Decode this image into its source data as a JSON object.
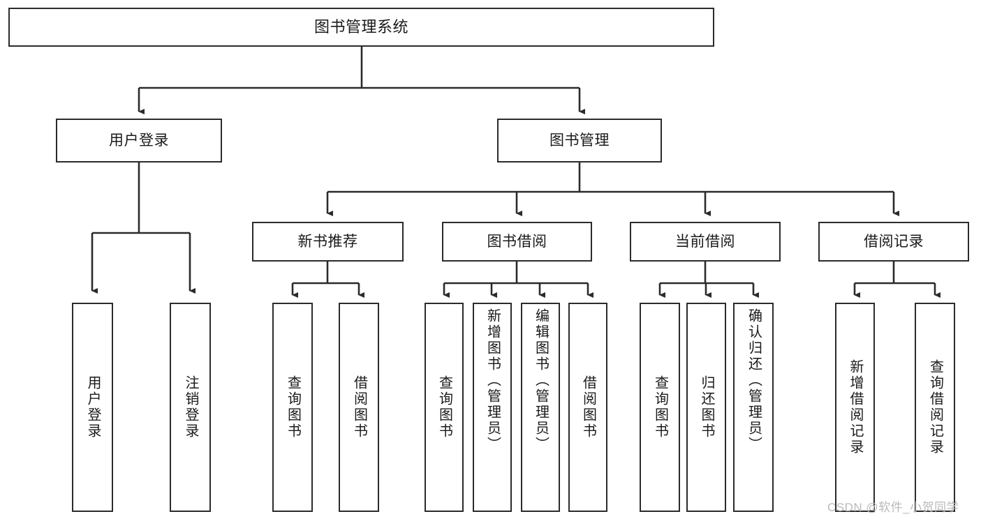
{
  "diagram": {
    "title": "图书管理系统",
    "type": "tree",
    "watermark": "CSDN @软件_小贺同学",
    "colors": {
      "box_border": "#2b2b2b",
      "box_fill": "#ffffff",
      "connector": "#2b2b2b",
      "text": "#1a1a1a",
      "watermark": "#b9b9b9"
    },
    "nodes": {
      "root": {
        "label": "图书管理系统",
        "level": 0
      },
      "user_login": {
        "label": "用户登录",
        "level": 1
      },
      "book_manage": {
        "label": "图书管理",
        "level": 1
      },
      "new_book_rec": {
        "label": "新书推荐",
        "level": 2
      },
      "book_borrow": {
        "label": "图书借阅",
        "level": 2
      },
      "current_borrow": {
        "label": "当前借阅",
        "level": 2
      },
      "borrow_record": {
        "label": "借阅记录",
        "level": 2
      },
      "leaf_user_login": {
        "label": "用户登录",
        "level": 3
      },
      "leaf_logout": {
        "label": "注销登录",
        "level": 3
      },
      "leaf_query_book_1": {
        "label": "查询图书",
        "level": 3
      },
      "leaf_borrow_book_1": {
        "label": "借阅图书",
        "level": 3
      },
      "leaf_query_book_2": {
        "label": "查询图书",
        "level": 3
      },
      "leaf_add_book": {
        "label": "新增图书（管理员）",
        "level": 3
      },
      "leaf_edit_book": {
        "label": "编辑图书（管理员）",
        "level": 3
      },
      "leaf_borrow_book_2": {
        "label": "借阅图书",
        "level": 3
      },
      "leaf_query_book_3": {
        "label": "查询图书",
        "level": 3
      },
      "leaf_return_book": {
        "label": "归还图书",
        "level": 3
      },
      "leaf_confirm_return": {
        "label": "确认归还（管理员）",
        "level": 3
      },
      "leaf_add_record": {
        "label": "新增借阅记录",
        "level": 3
      },
      "leaf_query_record": {
        "label": "查询借阅记录",
        "level": 3
      }
    },
    "edges": [
      {
        "from": "root",
        "to": "user_login"
      },
      {
        "from": "root",
        "to": "book_manage"
      },
      {
        "from": "book_manage",
        "to": "new_book_rec"
      },
      {
        "from": "book_manage",
        "to": "book_borrow"
      },
      {
        "from": "book_manage",
        "to": "current_borrow"
      },
      {
        "from": "book_manage",
        "to": "borrow_record"
      },
      {
        "from": "user_login",
        "to": "leaf_user_login"
      },
      {
        "from": "user_login",
        "to": "leaf_logout"
      },
      {
        "from": "new_book_rec",
        "to": "leaf_query_book_1"
      },
      {
        "from": "new_book_rec",
        "to": "leaf_borrow_book_1"
      },
      {
        "from": "book_borrow",
        "to": "leaf_query_book_2"
      },
      {
        "from": "book_borrow",
        "to": "leaf_add_book"
      },
      {
        "from": "book_borrow",
        "to": "leaf_edit_book"
      },
      {
        "from": "book_borrow",
        "to": "leaf_borrow_book_2"
      },
      {
        "from": "current_borrow",
        "to": "leaf_query_book_3"
      },
      {
        "from": "current_borrow",
        "to": "leaf_return_book"
      },
      {
        "from": "current_borrow",
        "to": "leaf_confirm_return"
      },
      {
        "from": "borrow_record",
        "to": "leaf_add_record"
      },
      {
        "from": "borrow_record",
        "to": "leaf_query_record"
      }
    ]
  }
}
